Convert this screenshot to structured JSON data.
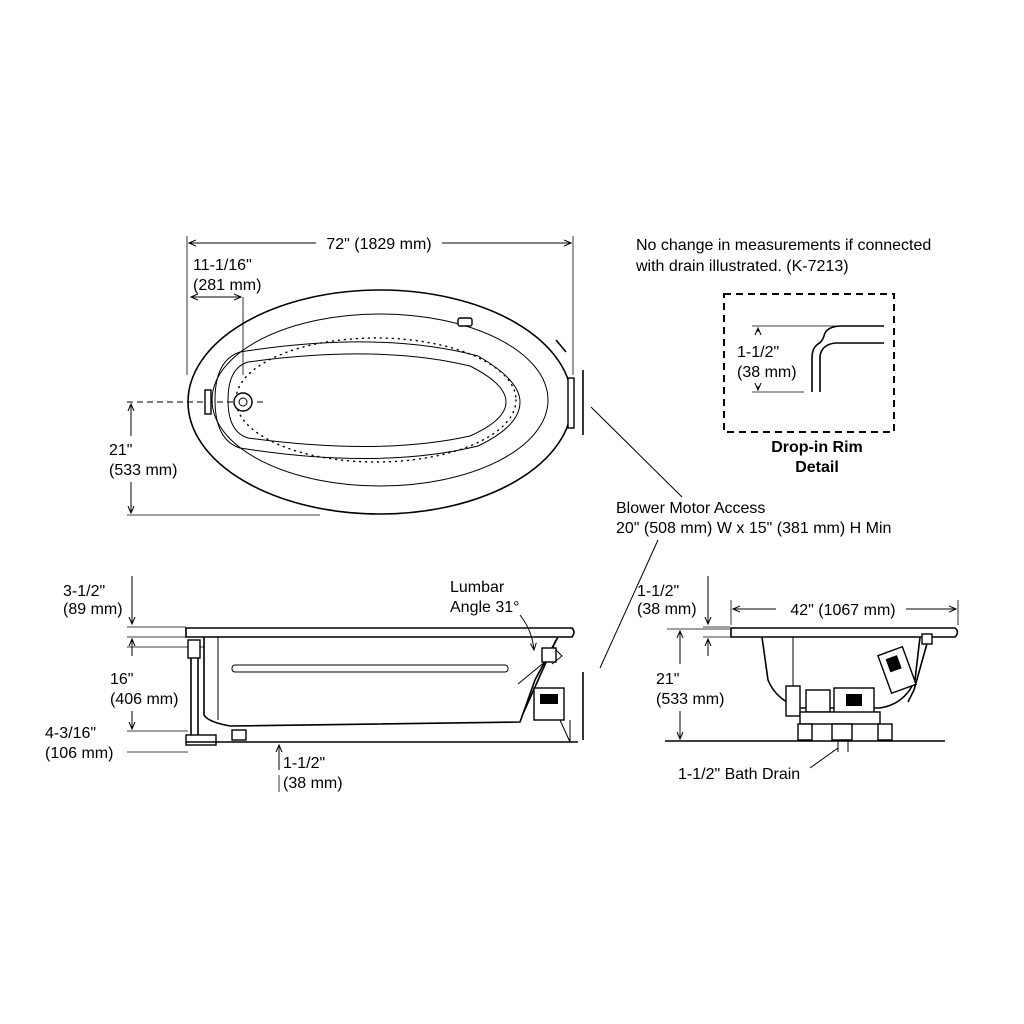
{
  "top_view": {
    "width_label": "72\" (1829 mm)",
    "drain_offset_label_1": "11-1/16\"",
    "drain_offset_label_2": "(281 mm)",
    "half_depth_label_1": "21\"",
    "half_depth_label_2": "(533 mm)"
  },
  "note": {
    "line1": "No change in measurements if connected",
    "line2": "with drain illustrated. (K-7213)"
  },
  "rim_detail": {
    "dim_label_1": "1-1/2\"",
    "dim_label_2": "(38 mm)",
    "caption_1": "Drop-in Rim",
    "caption_2": "Detail"
  },
  "blower": {
    "line1": "Blower Motor Access",
    "line2": "20\" (508 mm) W x 15\" (381 mm) H Min"
  },
  "side_view": {
    "rim_label_1": "3-1/2\"",
    "rim_label_2": "(89 mm)",
    "height_label_1": "16\"",
    "height_label_2": "(406 mm)",
    "base_label_1": "4-3/16\"",
    "base_label_2": "(106 mm)",
    "drain_label_1": "1-1/2\"",
    "drain_label_2": "(38 mm)",
    "lumbar_1": "Lumbar",
    "lumbar_2": "Angle 31°"
  },
  "end_view": {
    "rim_label_1": "1-1/2\"",
    "rim_label_2": "(38 mm)",
    "width_label": "42\" (1067 mm)",
    "height_label_1": "21\"",
    "height_label_2": "(533 mm)",
    "bath_drain": "1-1/2\" Bath Drain"
  }
}
